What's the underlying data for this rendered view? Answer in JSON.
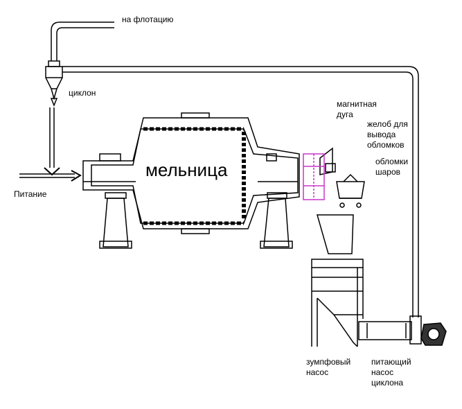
{
  "labels": {
    "flotation": "на флотацию",
    "cyclone": "циклон",
    "mill": "мельница",
    "feed": "Питание",
    "magnetic_arc": "магнитная\nдуга",
    "chute": "желоб для\nвывода\nобломков",
    "ball_fragments": "обломки\nшаров",
    "sump_pump": "зумпфовый\nнасос",
    "cyclone_feed_pump": "питающий\nнасос\nциклона"
  },
  "colors": {
    "line": "#000000",
    "magnetic_arc": "#cc33cc"
  }
}
